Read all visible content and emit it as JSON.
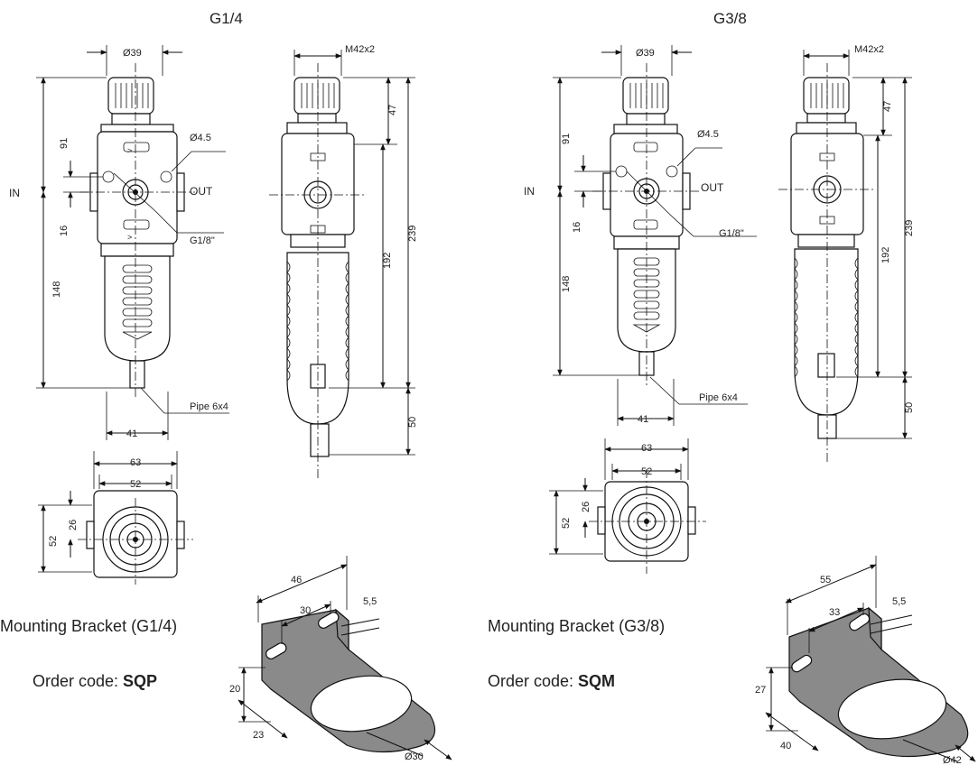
{
  "g14": {
    "title": "G1/4",
    "front": {
      "dia_top": "Ø39",
      "h_top": "91",
      "port_in": "IN",
      "dia_hole": "Ø4.5",
      "port_out": "OUT",
      "h_port": "16",
      "gauge_port": "G1/8\"",
      "h_bottom": "148",
      "drain_pipe": "Pipe 6x4",
      "w_body": "41"
    },
    "side": {
      "thread": "M42x2",
      "h_47": "47",
      "h_192": "192",
      "h_239": "239",
      "h_50": "50"
    },
    "top": {
      "w_63": "63",
      "w_52": "52",
      "h_26": "26",
      "h_52": "52"
    },
    "bracket": {
      "title": "Mounting Bracket (G1/4)",
      "order_label": "Order code: ",
      "order_code": "SQP",
      "w_46": "46",
      "w_30": "30",
      "slot": "5,5",
      "h_20": "20",
      "w_23": "23",
      "dia": "Ø30"
    }
  },
  "g38": {
    "title": "G3/8",
    "front": {
      "dia_top": "Ø39",
      "h_top": "91",
      "port_in": "IN",
      "dia_hole": "Ø4.5",
      "port_out": "OUT",
      "h_port": "16",
      "gauge_port": "G1/8\"",
      "h_bottom": "148",
      "drain_pipe": "Pipe 6x4",
      "w_body": "41"
    },
    "side": {
      "thread": "M42x2",
      "h_47": "47",
      "h_192": "192",
      "h_239": "239",
      "h_50": "50"
    },
    "top": {
      "w_63": "63",
      "w_52": "52",
      "h_26": "26",
      "h_52": "52"
    },
    "bracket": {
      "title": "Mounting Bracket (G3/8)",
      "order_label": "Order code: ",
      "order_code": "SQM",
      "w_55": "55",
      "w_33": "33",
      "slot": "5,5",
      "h_27": "27",
      "w_40": "40",
      "dia": "Ø42"
    }
  }
}
